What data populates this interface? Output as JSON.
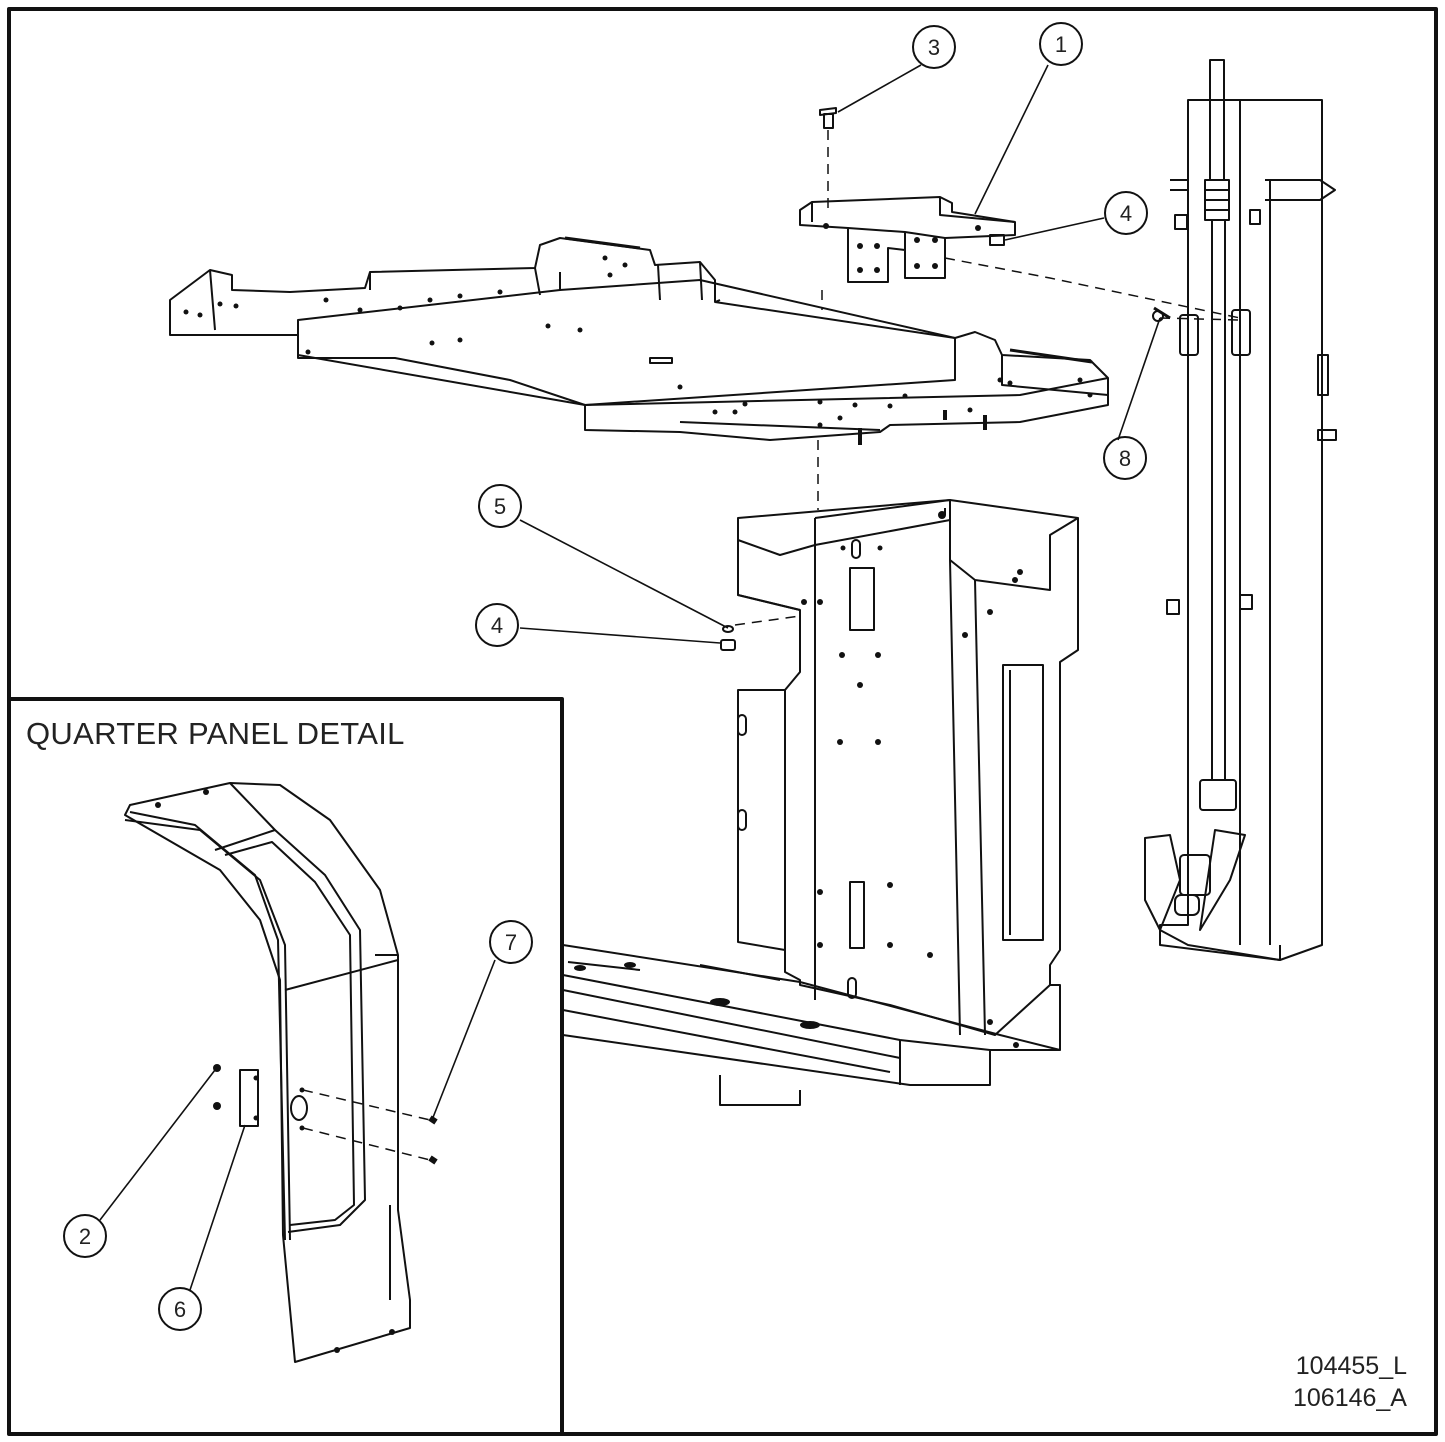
{
  "detail": {
    "title": "QUARTER PANEL DETAIL"
  },
  "callouts": [
    "1",
    "2",
    "3",
    "4",
    "4",
    "5",
    "6",
    "7",
    "8"
  ],
  "drawing_numbers": [
    "104455_L",
    "106146_A"
  ]
}
